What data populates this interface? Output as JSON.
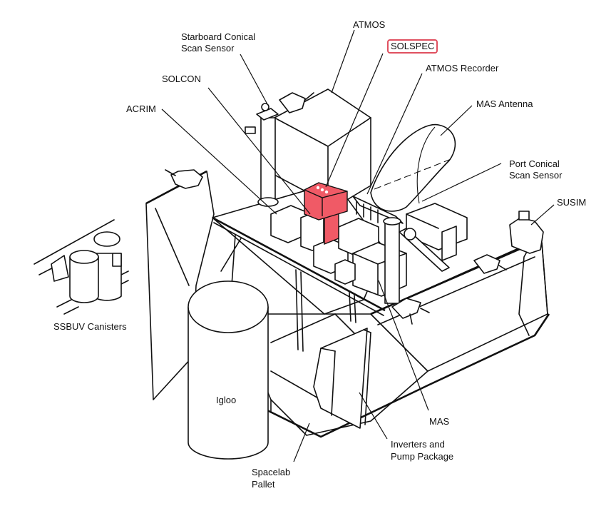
{
  "diagram": {
    "title": "Spacelab pallet payload layout",
    "highlight_color": "#f05a66",
    "highlight_border_color": "#e05060",
    "highlighted_component": "SOLSPEC",
    "labels": {
      "atmos": "ATMOS",
      "solspec": "SOLSPEC",
      "starboard_sensor_line1": "Starboard Conical",
      "starboard_sensor_line2": "Scan Sensor",
      "atmos_recorder": "ATMOS Recorder",
      "solcon": "SOLCON",
      "mas_antenna": "MAS Antenna",
      "acrim": "ACRIM",
      "port_sensor_line1": "Port Conical",
      "port_sensor_line2": "Scan Sensor",
      "susim": "SUSIM",
      "ssbuv": "SSBUV Canisters",
      "igloo": "Igloo",
      "mas": "MAS",
      "inverters_line1": "Inverters and",
      "inverters_line2": "Pump Package",
      "spacelab_line1": "Spacelab",
      "spacelab_line2": "Pallet"
    }
  }
}
